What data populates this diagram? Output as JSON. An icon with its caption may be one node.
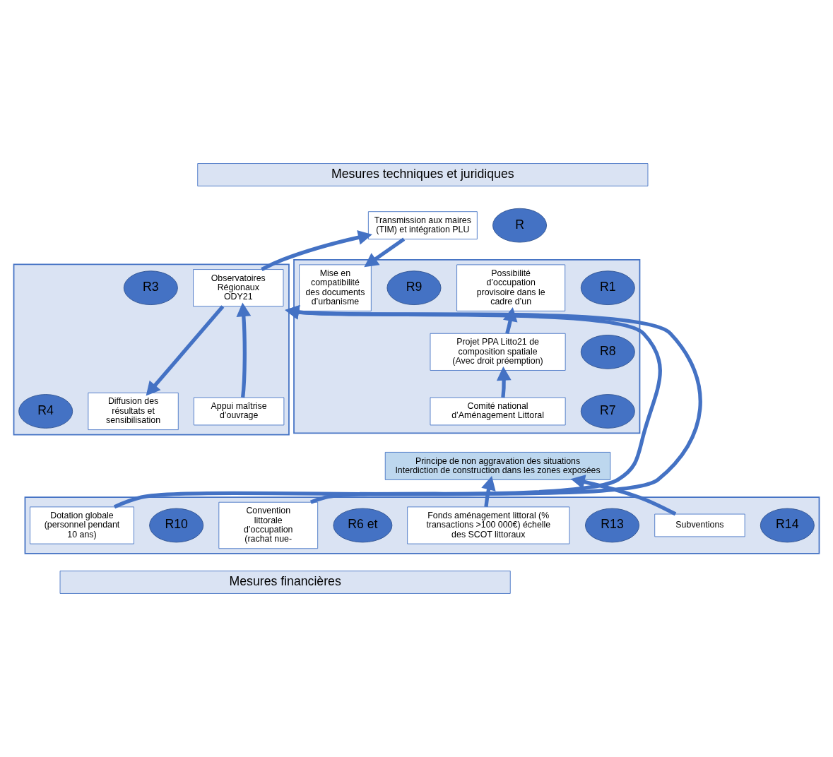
{
  "diagram": {
    "nodes": [
      {
        "text": [
          "Mesures techniques et juridiques"
        ]
      },
      {
        "text": [],
        "shape": "box"
      },
      {
        "text": [
          "R3"
        ],
        "in": 1
      },
      {
        "text": [
          "Transmission aux maires",
          "(TIM) et intégration PLU"
        ]
      },
      {
        "text": [
          "R"
        ]
      },
      {
        "text": [],
        "shape": "box"
      },
      {
        "text": [
          "Possibilité d’occupation provisoire dans le cadre d’un"
        ],
        "in": 5
      },
      {
        "text": [
          "R1"
        ],
        "in": 5
      },
      {
        "text": [
          "Observatoires",
          "Régionaux",
          "ODY21"
        ],
        "in": 1
      },
      {
        "text": [
          "R4"
        ],
        "in": 1
      },
      {
        "text": [
          "Diffusion des résultats et sensibilisation"
        ],
        "in": 1
      },
      {
        "text": [
          "Appui maîtrise d’ouvrage"
        ],
        "in": 1
      },
      {
        "text": [
          "Mise en compatibilité des documents d’urbanisme"
        ],
        "in": 5
      },
      {
        "text": [
          "Projet PPA Litto21 de composition spatiale",
          "(Avec droit préemption)"
        ],
        "in": 5
      },
      {
        "text": [
          "R8"
        ],
        "in": 5
      },
      {
        "text": [
          "R9"
        ],
        "in": 5
      },
      {
        "text": [
          "Comité national d’Aménagement Littoral"
        ],
        "in": 5
      },
      {
        "text": [
          "R7"
        ],
        "in": 5
      },
      {
        "text": [
          "Principe de non aggravation des situations",
          "Interdiction de construction dans les zones exposées"
        ]
      },
      {
        "text": [],
        "shape": "box"
      },
      {
        "text": [
          "Dotation globale (personnel pendant 10 ans)"
        ],
        "in": 19
      },
      {
        "text": [
          "R10"
        ],
        "in": 19
      },
      {
        "text": [
          "Convention littorale d’occupation (rachat nue-"
        ],
        "in": 19
      },
      {
        "text": [
          "R6 et"
        ],
        "in": 19
      },
      {
        "text": [
          "Fonds aménagement littoral (% transactions >100 000€) échelle des SCOT littoraux"
        ],
        "in": 19
      },
      {
        "text": [
          "R13"
        ],
        "in": 19
      },
      {
        "text": [
          "Subventions"
        ],
        "in": 19
      },
      {
        "text": [
          "R14"
        ],
        "in": 19
      },
      {
        "text": [
          "Mesures financières"
        ]
      }
    ],
    "edges": [
      {
        "from": 8,
        "to": 3,
        "arrow": "to"
      },
      {
        "from": 3,
        "to": 12,
        "arrow": "to"
      },
      {
        "from": 13,
        "to": 6,
        "arrow": "to"
      },
      {
        "from": 8,
        "to": 10,
        "arrow": "to"
      },
      {
        "from": 11,
        "to": 8,
        "arrow": "to"
      },
      {
        "from": 16,
        "to": 13,
        "arrow": "to"
      },
      {
        "from": 20,
        "to": 1,
        "arrow": "to"
      },
      {
        "from": 22,
        "to": 1,
        "arrow": "to"
      },
      {
        "from": 24,
        "to": 18,
        "arrow": "to"
      },
      {
        "from": 26,
        "to": 18,
        "arrow": "to"
      }
    ]
  }
}
